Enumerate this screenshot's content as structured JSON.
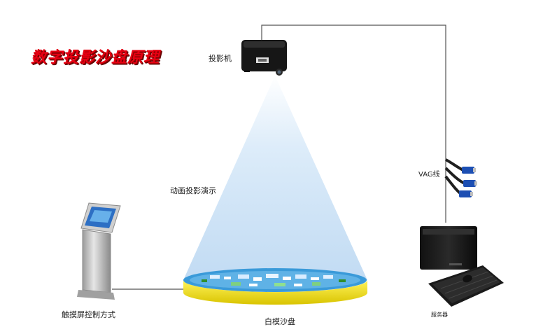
{
  "title": "数字投影沙盘原理",
  "labels": {
    "projector": "投影机",
    "animation": "动画投影演示",
    "vga_cable": "VAG线",
    "touch_screen": "触摸屏控制方式",
    "sand_table": "白模沙盘",
    "server": "服务器"
  },
  "colors": {
    "title": "#e60012",
    "wire": "#555555",
    "beam": "#cfe3f7",
    "sand_table_rim": "#f5e600",
    "sand_table_surface": "#3a9ad9"
  }
}
